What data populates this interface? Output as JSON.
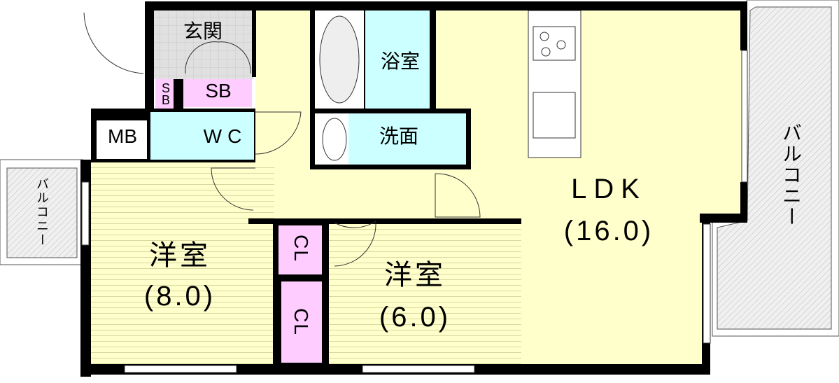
{
  "rooms": {
    "genkan": "玄関",
    "sb_small_s": "S",
    "sb_small_b": "B",
    "sb": "SB",
    "mb": "MB",
    "wc": "WC",
    "bath": "浴室",
    "washroom": "洗面",
    "ldk": "LDK",
    "ldk_size": "(16.0)",
    "western1": "洋室",
    "western1_size": "(8.0)",
    "western2": "洋室",
    "western2_size": "(6.0)",
    "closet1": "CL",
    "closet2": "CL",
    "balcony_right": "バルコニー",
    "balcony_left": "バルコニー"
  },
  "colors": {
    "ldk": "#ffffcc",
    "wet": "#ccffff",
    "storage": "#ffccff",
    "entry": "#dcdcdc",
    "wall": "#000000"
  }
}
